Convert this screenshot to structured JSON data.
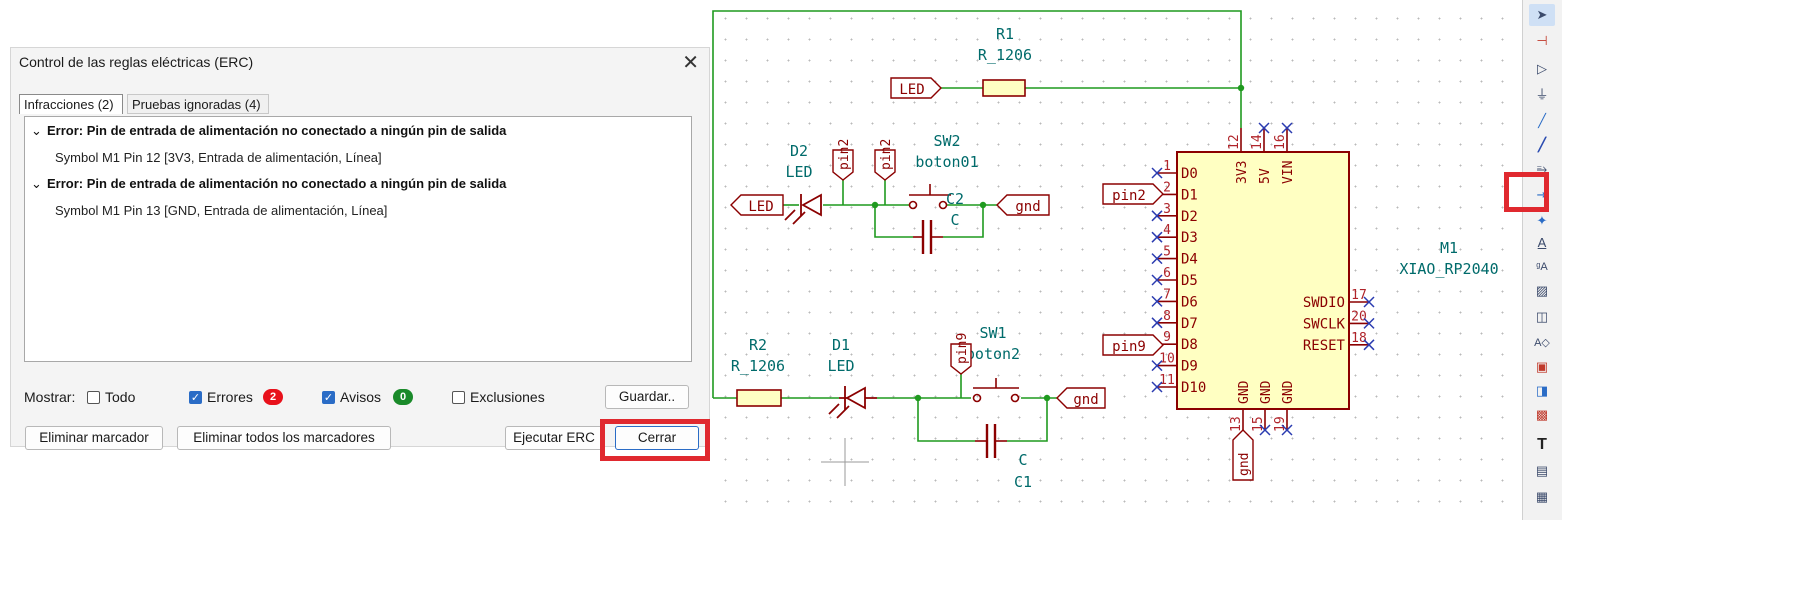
{
  "dialog": {
    "title": "Control de las reglas eléctricas (ERC)",
    "tabs": [
      "Infracciones (2)",
      "Pruebas ignoradas (4)"
    ],
    "violations": [
      {
        "title": "Error: Pin de entrada de alimentación no conectado a ningún pin de salida",
        "detail": "Symbol M1 Pin 12 [3V3, Entrada de alimentación, Línea]"
      },
      {
        "title": "Error: Pin de entrada de alimentación no conectado a ningún pin de salida",
        "detail": "Symbol M1 Pin 13 [GND, Entrada de alimentación, Línea]"
      }
    ],
    "show_label": "Mostrar:",
    "filters": {
      "all": "Todo",
      "errors": "Errores",
      "warnings": "Avisos",
      "exclusions": "Exclusiones"
    },
    "error_count": "2",
    "warning_count": "0",
    "buttons": {
      "save": "Guardar..",
      "delete_marker": "Eliminar marcador",
      "delete_all": "Eliminar todos los marcadores",
      "run": "Ejecutar ERC",
      "close": "Cerrar"
    },
    "colors": {
      "error_badge": "#e8111b",
      "warning_badge": "#1a8a2a",
      "highlight": "#e0292f"
    }
  },
  "schematic": {
    "r1": {
      "ref": "R1",
      "value": "R_1206"
    },
    "r2": {
      "ref": "R2",
      "value": "R_1206"
    },
    "d1": {
      "ref": "D1",
      "value": "LED"
    },
    "d2": {
      "ref": "D2",
      "value": "LED"
    },
    "sw1": {
      "ref": "SW1",
      "value": "boton2"
    },
    "sw2": {
      "ref": "SW2",
      "value": "boton01"
    },
    "c1": {
      "ref": "C1",
      "value": "C"
    },
    "c2": {
      "ref": "C2",
      "value": "C"
    },
    "m1": {
      "ref": "M1",
      "value": "XIAO_RP2040"
    },
    "labels": {
      "led": "LED",
      "gnd": "gnd",
      "pin2": "pin2",
      "pin9": "pin9"
    },
    "left_pins": [
      {
        "num": "1",
        "name": "D0"
      },
      {
        "num": "2",
        "name": "D1"
      },
      {
        "num": "3",
        "name": "D2"
      },
      {
        "num": "4",
        "name": "D3"
      },
      {
        "num": "5",
        "name": "D4"
      },
      {
        "num": "6",
        "name": "D5"
      },
      {
        "num": "7",
        "name": "D6"
      },
      {
        "num": "8",
        "name": "D7"
      },
      {
        "num": "9",
        "name": "D8"
      },
      {
        "num": "10",
        "name": "D9"
      },
      {
        "num": "11",
        "name": "D10"
      }
    ],
    "top_pins": [
      {
        "num": "12",
        "name": "3V3"
      },
      {
        "num": "14",
        "name": "5V"
      },
      {
        "num": "16",
        "name": "VIN"
      }
    ],
    "bottom_pins": [
      {
        "num": "13",
        "name": "GND"
      },
      {
        "num": "15",
        "name": "GND"
      },
      {
        "num": "19",
        "name": "GND"
      }
    ],
    "right_pins": [
      {
        "num": "17",
        "name": "SWDIO"
      },
      {
        "num": "20",
        "name": "SWCLK"
      },
      {
        "num": "18",
        "name": "RESET"
      }
    ],
    "colors": {
      "wire": "#1f9a1f",
      "symbol": "#8b0000",
      "text": "#006b6b",
      "body_fill": "#ffffc2",
      "pin_num": "#b0242a",
      "noconnect": "#2a3bb0"
    }
  },
  "toolbar": {
    "tools": [
      "select-arrow-icon",
      "highlight-net-icon",
      "add-symbol-icon",
      "add-power-icon",
      "add-wire-icon",
      "add-bus-icon",
      "bus-entry-icon",
      "no-connect-icon",
      "add-junction-icon",
      "add-label-icon",
      "add-global-label-icon",
      "add-hier-label-icon",
      "add-sheet-icon",
      "import-sheet-pin-icon",
      "add-text-icon",
      "add-textbox-icon",
      "add-table-icon"
    ],
    "text_tool_glyph": "T",
    "label_tool_glyph": "A"
  }
}
